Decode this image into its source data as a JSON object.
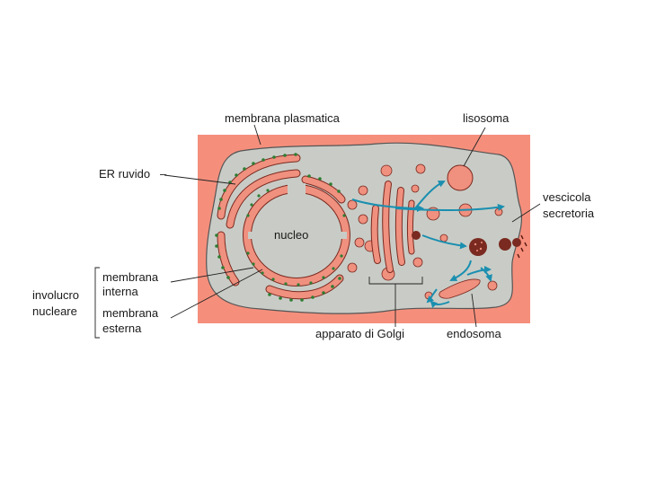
{
  "labels": {
    "plasma_membrane": "membrana plasmatica",
    "lysosome": "lisosoma",
    "rough_er": "ER ruvido",
    "rough_er_dash": "–",
    "secretory_vesicle_line1": "vescicola",
    "secretory_vesicle_line2": "secretoria",
    "nucleus": "nucleo",
    "inner_membrane_line1": "membrana",
    "inner_membrane_line2": "interna",
    "outer_membrane_line1": "membrana",
    "outer_membrane_line2": "esterna",
    "nuclear_envelope_line1": "involucro",
    "nuclear_envelope_line2": "nucleare",
    "golgi": "apparato di Golgi",
    "endosome": "endosoma"
  },
  "colors": {
    "extracellular": "#f58f7c",
    "cytoplasm": "#c9ccc6",
    "organelle": "#f0907f",
    "organelle_outline": "#7a2a20",
    "ribosome": "#2e7d32",
    "transport_arrow": "#1a8fb0",
    "lysosome_fill": "#f0907f"
  }
}
